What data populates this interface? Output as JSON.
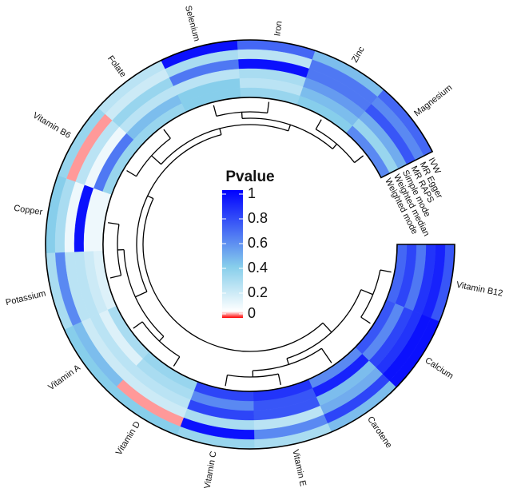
{
  "chart_data": {
    "type": "heatmap",
    "layout": "circular",
    "legend": {
      "title": "Pvalue",
      "ticks": [
        1,
        0.8,
        0.6,
        0.4,
        0.2,
        0
      ],
      "tick_labels": [
        "1",
        "0.8",
        "0.6",
        "0.4",
        "0.2",
        "0"
      ],
      "placement": "center"
    },
    "color_scale": [
      {
        "value": 0,
        "color": "#ff0000"
      },
      {
        "value": 0.05,
        "color": "#ffffff"
      },
      {
        "value": 0.4,
        "color": "#87ceeb"
      },
      {
        "value": 1,
        "color": "#0000ff"
      }
    ],
    "methods": [
      "IVW",
      "MR Egger",
      "MR RAPS",
      "Simple mode",
      "Weighted median",
      "Weighted mode"
    ],
    "categories": [
      "Vitamin B12",
      "Calcium",
      "Carotene",
      "Vitamin E",
      "Vitamin C",
      "Vitamin D",
      "Vitamin A",
      "Potassium",
      "Copper",
      "Vitamin B6",
      "Folate",
      "Selenium",
      "Iron",
      "Zinc",
      "Magnesium"
    ],
    "values": [
      [
        0.75,
        0.9,
        0.85,
        0.65,
        0.8,
        0.7
      ],
      [
        0.95,
        0.95,
        0.85,
        0.8,
        0.6,
        0.75
      ],
      [
        0.45,
        0.8,
        0.5,
        0.45,
        0.9,
        0.6
      ],
      [
        0.3,
        0.6,
        0.25,
        0.75,
        0.75,
        0.85
      ],
      [
        0.35,
        0.95,
        0.3,
        0.8,
        0.6,
        0.8
      ],
      [
        0.4,
        0.03,
        0.2,
        0.25,
        0.3,
        0.35
      ],
      [
        0.4,
        0.45,
        0.2,
        0.25,
        0.15,
        0.3
      ],
      [
        0.3,
        0.6,
        0.25,
        0.25,
        0.2,
        0.15
      ],
      [
        0.4,
        0.3,
        0.1,
        0.95,
        0.1,
        0.1
      ],
      [
        0.35,
        0.03,
        0.25,
        0.1,
        0.65,
        0.35
      ],
      [
        0.25,
        0.2,
        0.35,
        0.25,
        0.45,
        0.35
      ],
      [
        0.95,
        0.3,
        0.65,
        0.25,
        0.4,
        0.4
      ],
      [
        0.7,
        0.25,
        0.95,
        0.3,
        0.25,
        0.35
      ],
      [
        0.45,
        0.65,
        0.65,
        0.55,
        0.45,
        0.4
      ],
      [
        0.7,
        0.6,
        0.75,
        0.5,
        0.35,
        0.6
      ]
    ],
    "dendrogram": [
      [
        [
          "Vitamin B12",
          "Calcium"
        ],
        [
          "Carotene",
          [
            "Vitamin E",
            "Vitamin C"
          ]
        ]
      ],
      [
        [
          [
            "Vitamin D",
            "Vitamin A"
          ],
          [
            "Potassium",
            "Copper"
          ]
        ],
        [
          [
            "Vitamin B6",
            "Folate"
          ],
          [
            [
              "Selenium",
              "Iron"
            ],
            [
              "Zinc",
              "Magnesium"
            ]
          ]
        ]
      ]
    ]
  }
}
